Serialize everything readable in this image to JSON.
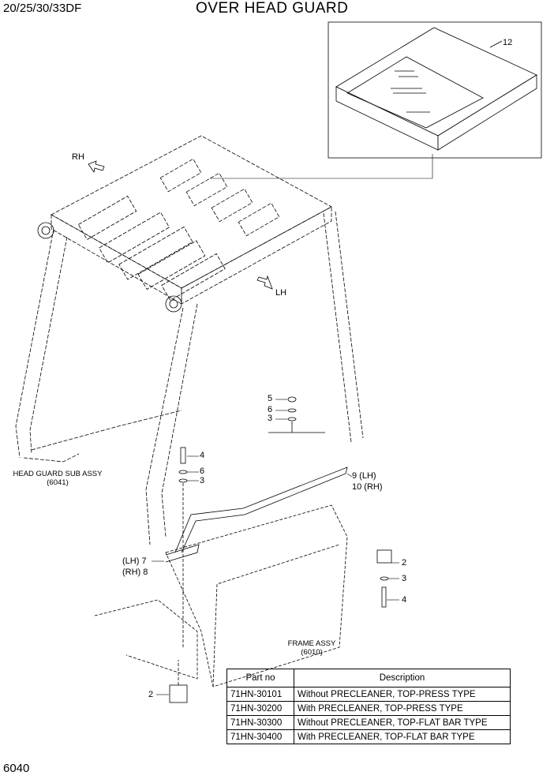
{
  "header": {
    "model": "20/25/30/33DF",
    "title": "OVER HEAD GUARD"
  },
  "footer": {
    "page_number": "6040"
  },
  "callouts": {
    "c12": "12",
    "rh_arrow": "RH",
    "lh_arrow": "LH",
    "c5": "5",
    "c6a": "6",
    "c3a": "3",
    "c4a": "4",
    "c6b": "6",
    "c3b": "3",
    "c9": "9 (LH)",
    "c10": "10 (RH)",
    "c7": "(LH) 7",
    "c8": "(RH) 8",
    "c2a": "2",
    "c3c": "3",
    "c4b": "4",
    "c2b": "2"
  },
  "assemblies": {
    "head_guard_name": "HEAD GUARD SUB ASSY",
    "head_guard_ref": "(6041)",
    "frame_name": "FRAME ASSY",
    "frame_ref": "(6010)"
  },
  "parts_table": {
    "headers": [
      "Part no",
      "Description"
    ],
    "rows": [
      [
        "71HN-30101",
        "Without PRECLEANER, TOP-PRESS TYPE"
      ],
      [
        "71HN-30200",
        "With PRECLEANER, TOP-PRESS TYPE"
      ],
      [
        "71HN-30300",
        "Without PRECLEANER, TOP-FLAT BAR TYPE"
      ],
      [
        "71HN-30400",
        "With PRECLEANER, TOP-FLAT BAR TYPE"
      ]
    ]
  }
}
